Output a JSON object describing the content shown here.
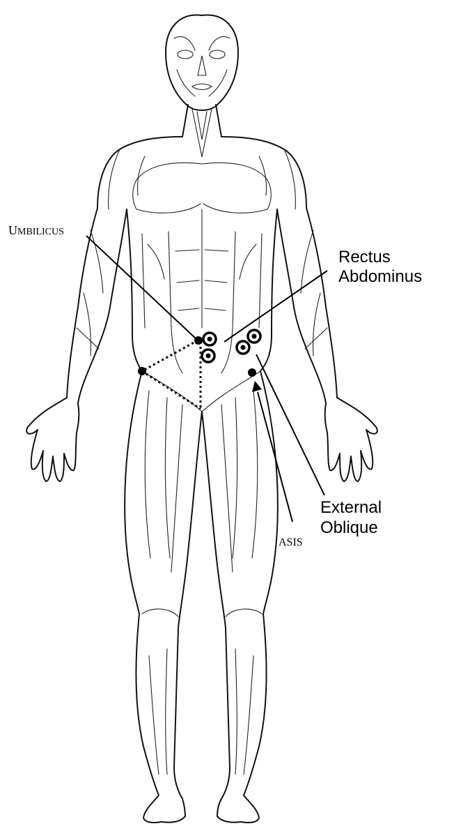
{
  "labels": {
    "umbilicus_first": "U",
    "umbilicus_rest": "MBILICUS",
    "rectus_line1": "Rectus",
    "rectus_line2": "Abdominus",
    "external_line1": "External",
    "external_line2": "Oblique",
    "asis": "ASIS"
  },
  "icons": {
    "figure": "anatomical-muscle-figure-front-view",
    "electrode": "electrode-target-icon"
  }
}
